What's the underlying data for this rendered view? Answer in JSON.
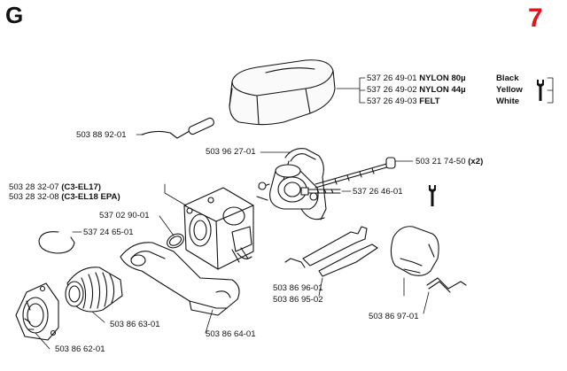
{
  "header": {
    "section_letter": "G",
    "page_number": "7",
    "page_number_color": "#e3141b"
  },
  "parts": {
    "filter_cover": [
      {
        "number": "537 26 49-01",
        "material": "NYLON 80µ",
        "color": "Black"
      },
      {
        "number": "537 26 49-02",
        "material": "NYLON 44µ",
        "color": "Yellow"
      },
      {
        "number": "537 26 49-03",
        "material": "FELT",
        "color": "White"
      }
    ],
    "choke_rod": "503 88 92-01",
    "bracket": "503 96 27-01",
    "bolt": "503 21 74-50",
    "bolt_qty": "(x2)",
    "stud": "537 26 46-01",
    "carburetor": [
      {
        "number": "503 28 32-07",
        "variant": "(C3-EL17)"
      },
      {
        "number": "503 28 32-08",
        "variant": "(C3-EL18 EPA)"
      }
    ],
    "gasket": "537 02 90-01",
    "circlip": "537 24 65-01",
    "throttle_rods": [
      "503 86 96-01",
      "503 86 95-02"
    ],
    "spring": "503 86 97-01",
    "intake_hose": "503 86 63-01",
    "intake_manifold": "503 86 64-01",
    "flange": "503 86 62-01"
  }
}
